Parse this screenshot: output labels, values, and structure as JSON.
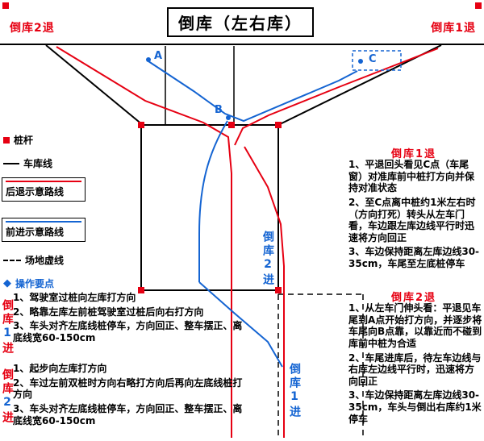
{
  "colors": {
    "red": "#e60012",
    "blue": "#1464d2",
    "black": "#000000",
    "background": "#ffffff"
  },
  "header": {
    "title": "倒库（左右库）",
    "top_left_label": "倒库2退",
    "top_right_label": "倒库1退"
  },
  "course": {
    "points": {
      "a": "A",
      "b": "B",
      "c": "C"
    },
    "mid_vertical_label": "倒库2进",
    "bottom_vertical_label": "倒库1进"
  },
  "legend": {
    "pile": "桩杆",
    "garage_line": "车库线",
    "reverse_route": "后退示意路线",
    "forward_route": "前进示意路线",
    "field_dashed": "场地虚线",
    "key_points_icon": "◆",
    "key_points": "操作要点"
  },
  "left_sections": [
    {
      "vertical_label": "倒库1进",
      "items": [
        "1、驾驶室过桩向左库打方向",
        "2、略靠左库左前桩驾驶室过桩后向右打方向",
        "3、车头对齐左底线桩停车，方向回正、整车摆正、离底线宽60-150cm"
      ]
    },
    {
      "vertical_label": "倒库2进",
      "items": [
        "1、起步向左库打方向",
        "2、车过左前双桩时方向右略打方向后再向左底线桩打方向",
        "3、车头对齐左底线桩停车，方向回正、整车摆正、离底线宽60-150cm"
      ]
    }
  ],
  "right_sections": [
    {
      "heading": "倒库1退",
      "items": [
        "1、平退回头看见C点（车尾窗）对准库前中桩打方向并保持对准状态",
        "2、至C点离中桩约1米左右时（方向打死）转头从左车门看，车边跟左库边线平行时迅速将方向回正",
        "3、车边保持距离左库边线30-35cm，车尾至左底桩停车"
      ]
    },
    {
      "heading": "倒库2退",
      "items": [
        "1、从左车门伸头看：平退见车尾到A点开始打方向，并逐步将车尾向B点靠，以靠近而不碰到库前中桩为合适",
        "2、车尾进库后，待左车边线与右库左边线平行时，迅速将方向回正",
        "3、车边保持距离左库边线30-35cm，车头与倒出右库约1米停车"
      ]
    }
  ]
}
